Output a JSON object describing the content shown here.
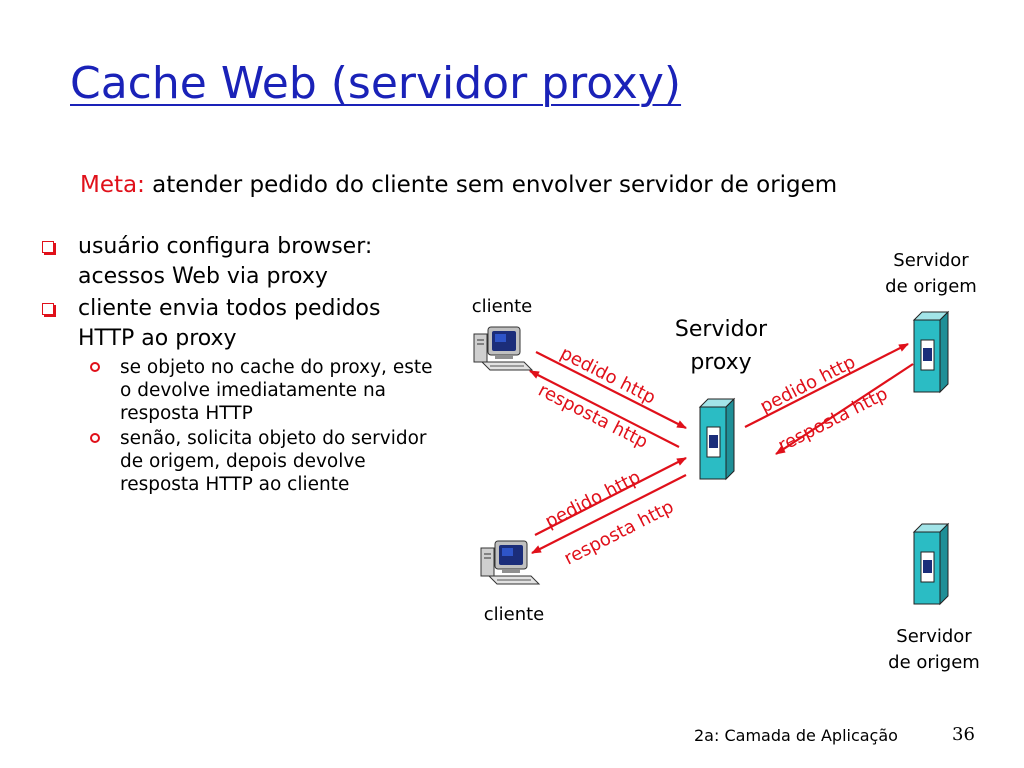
{
  "title": "Cache Web (servidor proxy)",
  "goal": {
    "label": "Meta:",
    "text": "atender pedido do cliente sem envolver servidor de origem"
  },
  "bullets": {
    "b1": "usuário configura browser: acessos Web via proxy",
    "b2": "cliente envia todos pedidos HTTP ao proxy",
    "b2_sub1": "se objeto no cache do proxy, este o devolve imediatamente na resposta HTTP",
    "b2_sub2": "senão, solicita objeto do servidor de origem, depois devolve resposta HTTP ao cliente"
  },
  "diagram": {
    "client_top": "cliente",
    "client_bottom": "cliente",
    "proxy_line1": "Servidor",
    "proxy_line2": "proxy",
    "origin_top_line1": "Servidor",
    "origin_top_line2": "de origem",
    "origin_bottom_line1": "Servidor",
    "origin_bottom_line2": "de origem",
    "req_tl": "pedido http",
    "resp_tl": "resposta http",
    "req_bl": "pedido http",
    "resp_bl": "resposta http",
    "req_r": "pedido http",
    "resp_r": "resposta http"
  },
  "colors": {
    "title": "#1a22b8",
    "accent": "#e0101a",
    "server": "#2bbcc4"
  },
  "footer": {
    "text": "2a: Camada de Aplicação",
    "page": "36"
  }
}
